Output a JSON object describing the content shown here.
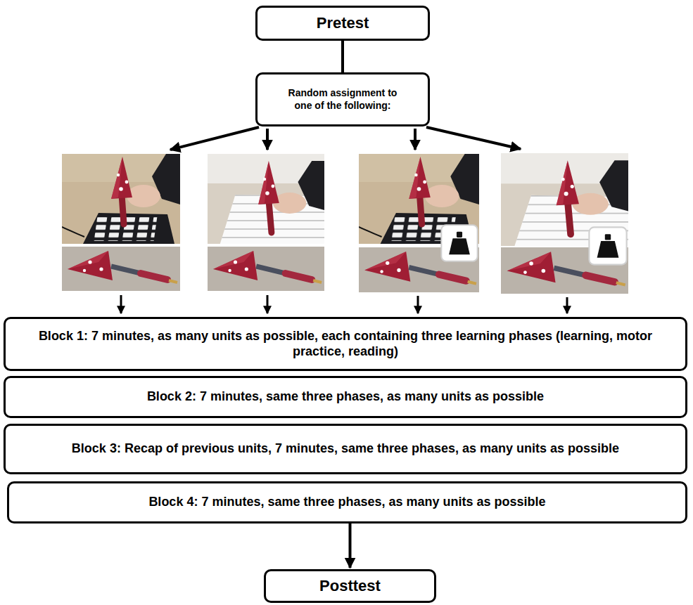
{
  "diagram": {
    "nodes": [
      {
        "text": [
          "Pretest"
        ]
      },
      {
        "text": [
          "Random assignment to one of the following:"
        ]
      },
      {
        "text": [
          "Block 1: 7 minutes, as many units as possible, each containing three learning phases (learning, motor practice, reading)"
        ]
      },
      {
        "text": [
          "Block 2: 7 minutes, same three phases, as many units as possible"
        ]
      },
      {
        "text": [
          "Block 3: Recap of previous units, 7 minutes, same three phases, as many units as possible"
        ]
      },
      {
        "text": [
          "Block 4: 7 minutes, same three phases, as many units as possible"
        ]
      },
      {
        "text": [
          "Posttest"
        ]
      }
    ],
    "edges": [
      {
        "from": 0,
        "to": 1,
        "arrow": "none"
      },
      {
        "from": 5,
        "to": 6,
        "arrow": "to"
      }
    ]
  }
}
